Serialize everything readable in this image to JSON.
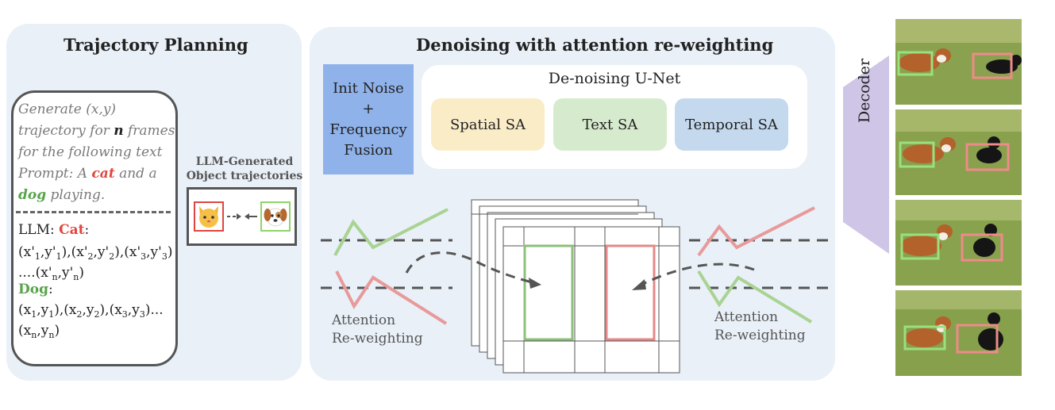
{
  "trajectory_planning": {
    "title": "Trajectory Planning",
    "prompt_lines": [
      "Generate (x,y)",
      "trajectory for ",
      "n",
      " frames",
      "for the following  text",
      "Prompt: A ",
      "cat",
      " and a",
      "dog",
      " playing."
    ],
    "llm_prefix": "LLM: ",
    "cat_label": "Cat",
    "dog_label": "Dog",
    "colon": ":",
    "cat_coords_line1": "(x'1,y'1),(x'2,y'2),(x'3,y'3)",
    "cat_coords_line2": "....(x'n,y'n)",
    "dog_coords_line1": "(x1,y1),(x2,y2),(x3,y3)...",
    "dog_coords_line2": "(xn,yn)",
    "generated_label_line1": "LLM-Generated",
    "generated_label_line2": "Object trajectories",
    "cat_emoji": "cat-face",
    "dog_emoji": "dog-face"
  },
  "denoising": {
    "title": "Denoising with attention re-weighting",
    "noise_lines": [
      "Init Noise",
      "+",
      "Frequency",
      "Fusion"
    ],
    "unet_title": "De-noising U-Net",
    "blocks": [
      "Spatial SA",
      "Text SA",
      "Temporal SA"
    ],
    "attention_left": [
      "Attention",
      "Re-weighting"
    ],
    "attention_right": [
      "Attention",
      "Re-weighting"
    ]
  },
  "decoder": {
    "label": "Decoder"
  },
  "colors": {
    "cat_red": "#e0463f",
    "dog_green": "#58a44a",
    "panel_bg": "#e9f0f8",
    "noise_blue": "#8fb2ea",
    "spatial": "#fbecc8",
    "text": "#d6ebcd",
    "temporal": "#c4d9ee",
    "decoder": "#cfc5e6"
  },
  "frames": {
    "count": 4
  }
}
